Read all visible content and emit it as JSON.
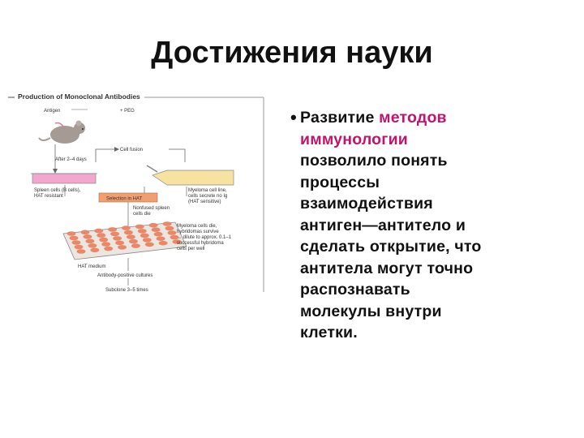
{
  "slide": {
    "title": "Достижения науки"
  },
  "figure": {
    "title": "Production of Monoclonal Antibodies",
    "labels": {
      "antigen": "Antigen",
      "peg": "+ PEG",
      "after": "After 2–4 days",
      "cell_fusion": "Cell fusion",
      "spleen1": "Spleen cells (B cells),",
      "spleen2": "HAT resistant",
      "myeloma1": "Myeloma cell line,",
      "myeloma2": "cells secrete no Ig",
      "myeloma3": "(HAT sensitive)",
      "hat_box": "Selection in HAT",
      "nonfused1": "Nonfused spleen",
      "nonfused2": "cells die",
      "myeloma_die1": "Myeloma cells die,",
      "myeloma_die2": "hybridomas survive",
      "myeloma_die3": "→ dilute to approx. 0.1–1",
      "myeloma_die4": "successful hybridoma",
      "myeloma_die5": "cells per well",
      "hat_medium": "HAT medium",
      "antibody_pos": "Antibody-positive cultures",
      "subclone": "Subclone 3–5 times"
    }
  },
  "bullet": {
    "line1_a": "Развитие ",
    "line1_b": "методов",
    "line2": "иммунологии",
    "line3": "позволило понять",
    "line4": "процессы",
    "line5": "взаимодействия",
    "line6": "антиген—антитело и",
    "line7": "сделать открытие, что",
    "line8": "антитела могут точно",
    "line9": "распознавать",
    "line10": "молекулы внутри",
    "line11": "клетки."
  },
  "colors": {
    "highlight": "#c0146d",
    "dish_pink": "#f2a7cf",
    "dish_yellow": "#f7e3a0",
    "hat_orange": "#f0a070",
    "well_color": "#e98868"
  }
}
